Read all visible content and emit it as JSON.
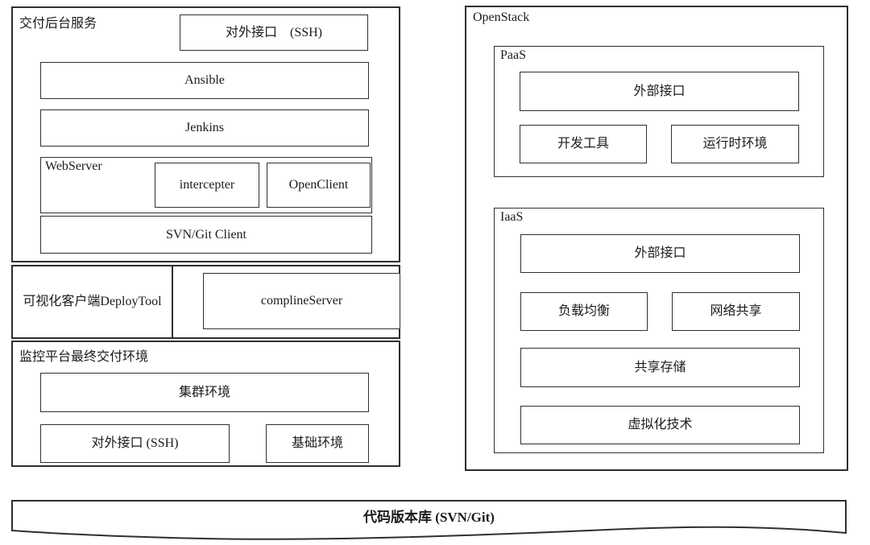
{
  "colors": {
    "border": "#2f2f2f",
    "background": "#ffffff",
    "text": "#1b1b1b"
  },
  "delivery": {
    "title": "交付后台服务",
    "ssh": "对外接口　(SSH)",
    "ansible": "Ansible",
    "jenkins": "Jenkins",
    "webserver_title": "WebServer",
    "intercepter": "intercepter",
    "openclient": "OpenClient",
    "svngit": "SVN/Git Client"
  },
  "middle": {
    "deploytool": "可视化客户端DeployTool",
    "complineserver": "complineServer"
  },
  "monitor": {
    "title": "监控平台最终交付环境",
    "cluster": "集群环境",
    "ssh": "对外接口 (SSH)",
    "base": "基础环境"
  },
  "openstack": {
    "title": "OpenStack",
    "paas": {
      "title": "PaaS",
      "external": "外部接口",
      "devtools": "开发工具",
      "runtime": "运行时环境"
    },
    "iaas": {
      "title": "IaaS",
      "external": "外部接口",
      "loadbalance": "负载均衡",
      "netshare": "网络共享",
      "storage": "共享存储",
      "virtualization": "虚拟化技术"
    }
  },
  "repo": {
    "label": "代码版本库 (SVN/Git)"
  }
}
